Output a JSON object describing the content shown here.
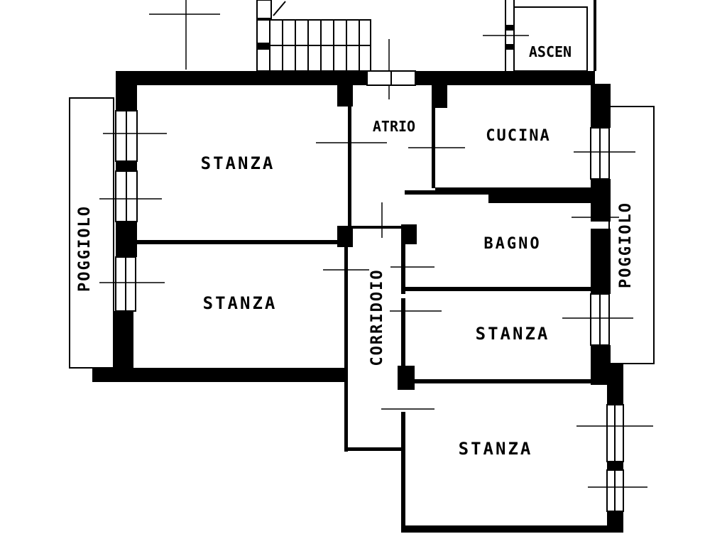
{
  "labels": {
    "ascensore": "ASCEN",
    "atrio": "ATRIO",
    "cucina": "CUCINA",
    "stanza_top_left": "STANZA",
    "stanza_mid_left": "STANZA",
    "bagno": "BAGNO",
    "stanza_right": "STANZA",
    "stanza_bottom": "STANZA",
    "corridoio": "CORRIDOIO",
    "poggiolo_left": "POGGIOLO",
    "poggiolo_right": "POGGIOLO"
  },
  "colors": {
    "ink": "#000000",
    "paper": "#ffffff"
  }
}
